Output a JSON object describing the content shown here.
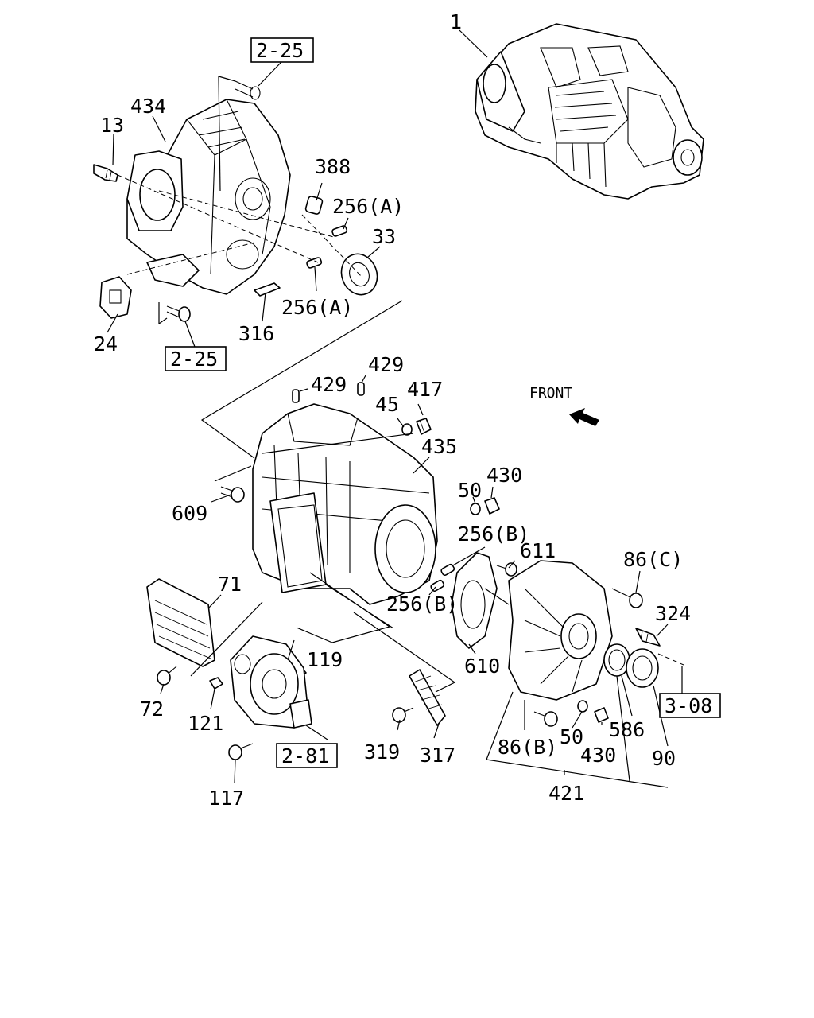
{
  "callouts": {
    "c1": "1",
    "c434": "434",
    "c13": "13",
    "c388": "388",
    "c256a_top": "256(A)",
    "c33": "33",
    "c256a_bot": "256(A)",
    "c316": "316",
    "c24": "24",
    "c429_l": "429",
    "c429_r": "429",
    "c45": "45",
    "c417": "417",
    "c435": "435",
    "c609": "609",
    "c50_top": "50",
    "c430_top": "430",
    "c256b_top": "256(B)",
    "c611": "611",
    "c86c": "86(C)",
    "c71": "71",
    "c324": "324",
    "c256b_bot": "256(B)",
    "c119": "119",
    "c610": "610",
    "c72": "72",
    "c121": "121",
    "c319": "319",
    "c317": "317",
    "c86b": "86(B)",
    "c50_bot": "50",
    "c586": "586",
    "c430_bot": "430",
    "c90": "90",
    "c117": "117",
    "c421": "421"
  },
  "references": {
    "ref_225_top": "2-25",
    "ref_225_bot": "2-25",
    "ref_281": "2-81",
    "ref_308": "3-08"
  },
  "front_label": "FRONT",
  "icons": [
    "front-arrow-icon"
  ]
}
